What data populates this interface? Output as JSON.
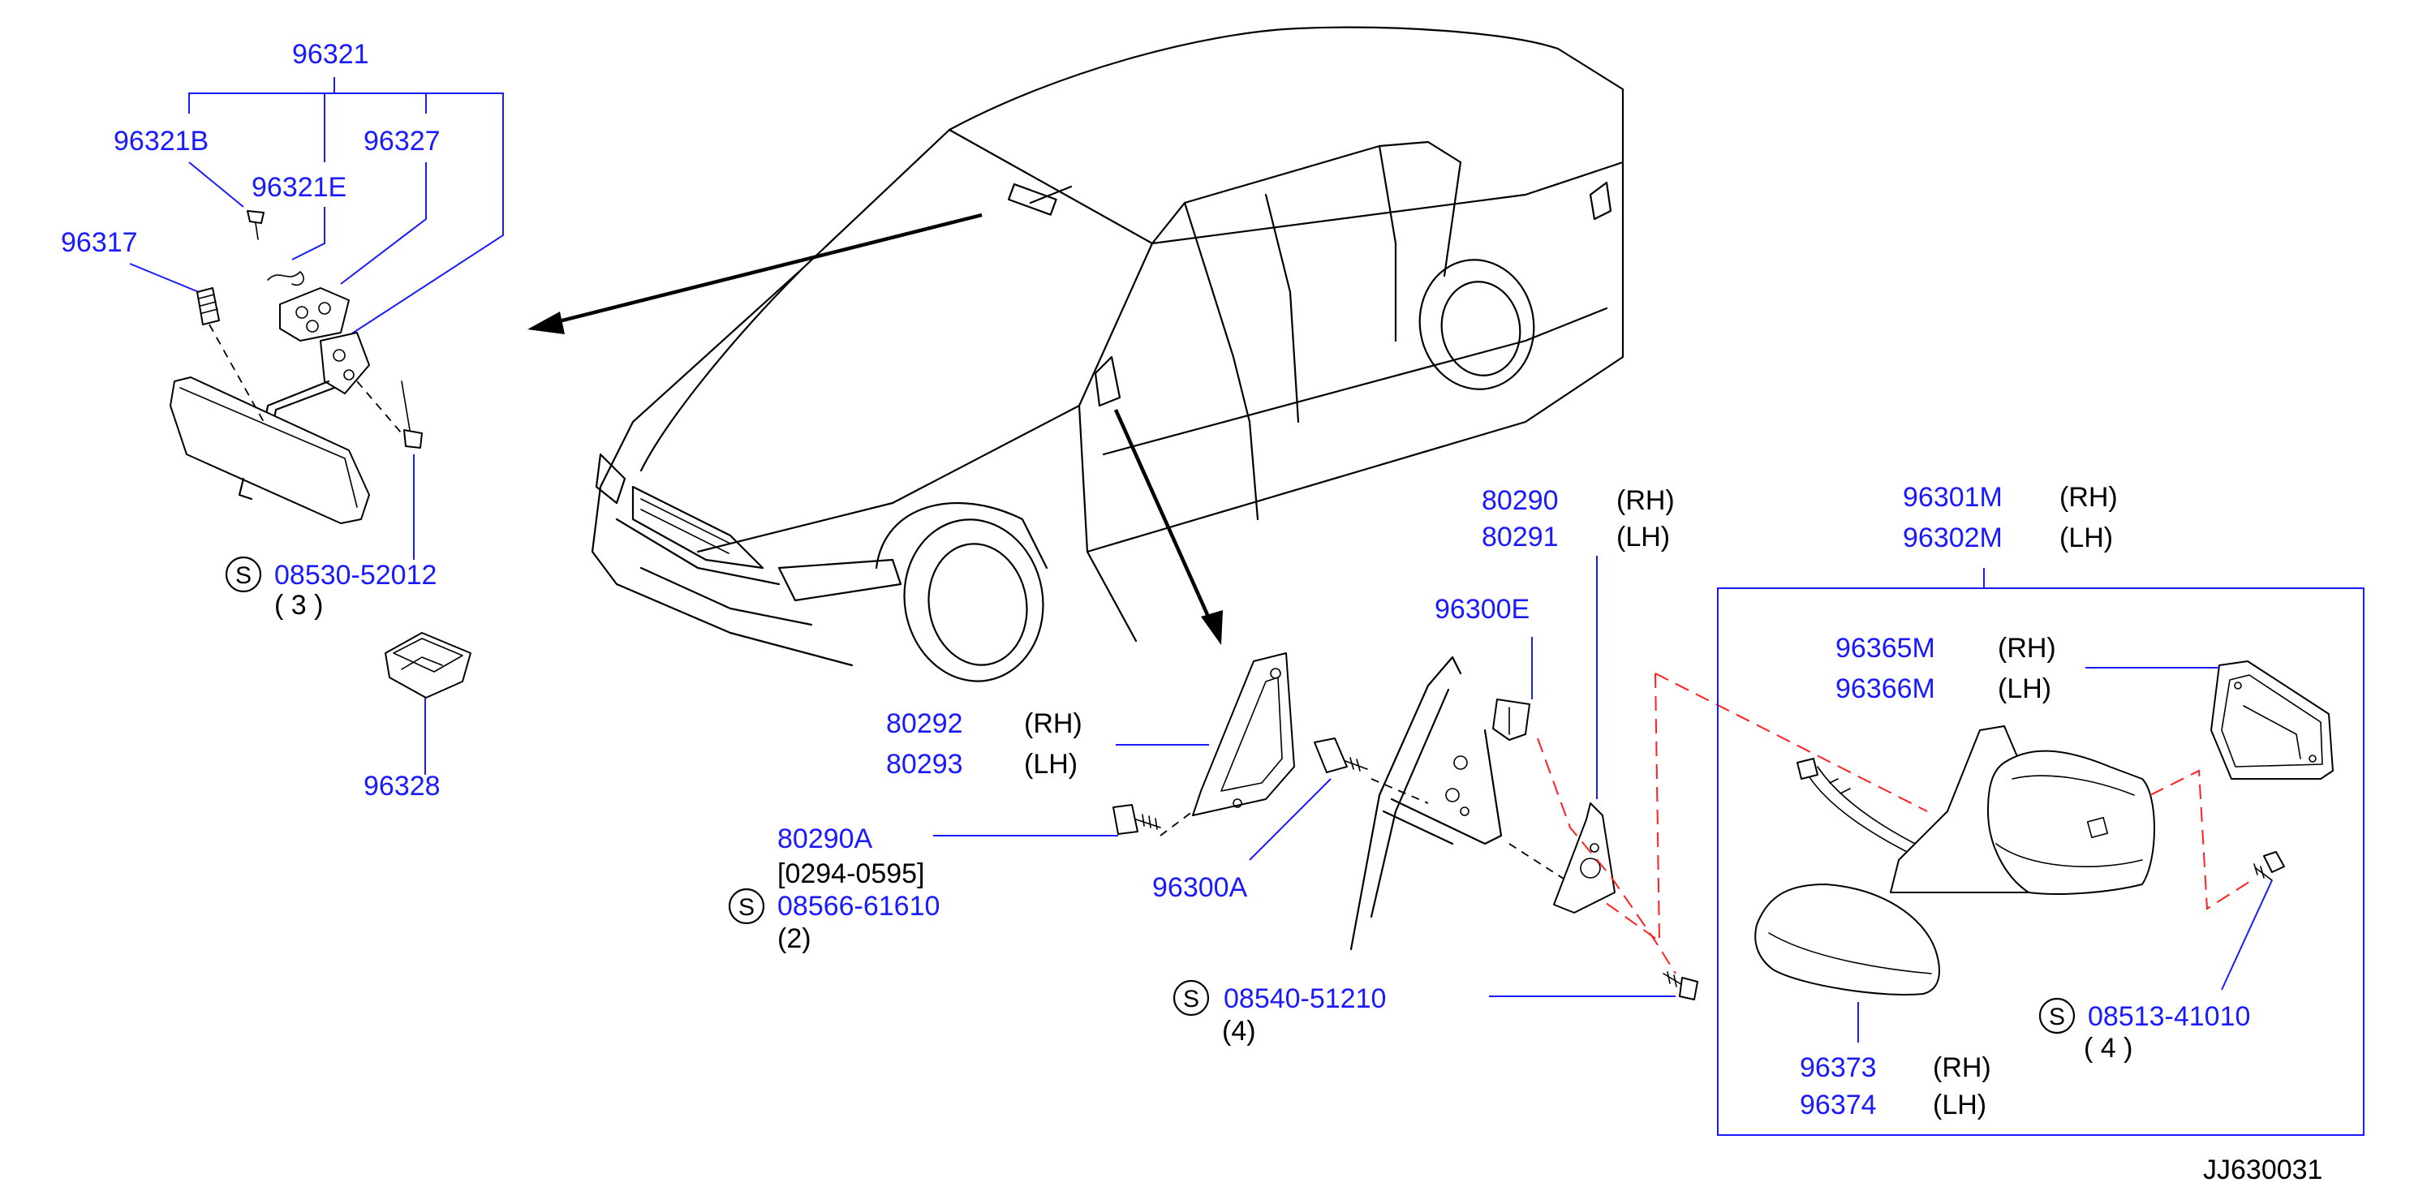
{
  "diagram_code": "JJ630031",
  "callouts": {
    "p96321": "96321",
    "p96321B": "96321B",
    "p96327": "96327",
    "p96321E": "96321E",
    "p96317": "96317",
    "p08530": "08530-52012",
    "p08530_qty": "(  3  )",
    "p96328": "96328",
    "p80292": "80292",
    "p80293": "80293",
    "p80290A": "80290A",
    "p80290A_range": "[0294-0595]",
    "p08566": "08566-61610",
    "p08566_qty": "(2)",
    "p96300A": "96300A",
    "p96300E": "96300E",
    "p80290": "80290",
    "p80291": "80291",
    "p08540": "08540-51210",
    "p08540_qty": "(4)",
    "p96301M": "96301M",
    "p96302M": "96302M",
    "p96365M": "96365M",
    "p96366M": "96366M",
    "p96373": "96373",
    "p96374": "96374",
    "p08513": "08513-41010",
    "p08513_qty": "(  4  )"
  },
  "side_labels": {
    "rh": "(RH)",
    "lh": "(LH)"
  },
  "standard_part_symbol": "S",
  "colors": {
    "part_number": "#1a1aff",
    "leader": "#1a1aff",
    "phantom": "#ff2020",
    "line": "#000000"
  }
}
